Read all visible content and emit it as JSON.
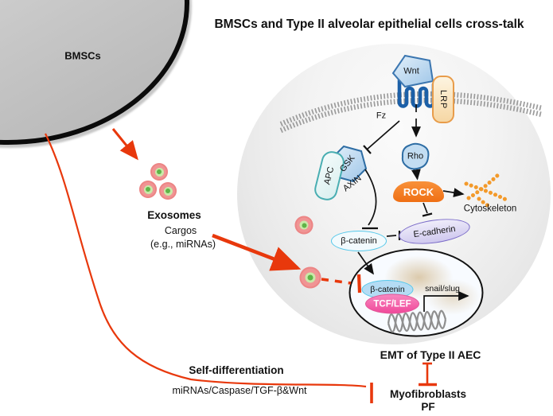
{
  "title": "BMSCs and Type II alveolar epithelial cells cross-talk",
  "left_panel": {
    "bmsc_label": "BMSCs",
    "exosomes_label": "Exosomes",
    "cargos_line1": "Cargos",
    "cargos_line2": "(e.g., miRNAs)",
    "self_differentiation": "Self-differentiation",
    "self_differentiation_mediators": "miRNAs/Caspase/TGF-β&Wnt"
  },
  "pathway": {
    "wnt": "Wnt",
    "fz": "Fz",
    "lrp": "LRP",
    "apc": "APC",
    "gsk": "GSK",
    "axin": "AXIN",
    "rho": "Rho",
    "rock": "ROCK",
    "cytoskeleton": "Cytoskeleton",
    "e_cadherin": "E-cadherin",
    "beta_catenin_cytoplasm": "β-catenin",
    "beta_catenin_nucleus": "β-catenin",
    "tcf_lef": "TCF/LEF",
    "snail_slug": "snail/slug"
  },
  "outcomes": {
    "emt": "EMT of Type II AEC",
    "myofibroblasts": "Myofibroblasts",
    "pf": "PF"
  },
  "colors": {
    "signal_red": "#e8380c",
    "rock_orange": "#f4791f",
    "cytoskeleton_orange": "#f39a2b",
    "tcf_pink": "#f0499a",
    "node_blue_border": "#2e6da4",
    "catenin_cyan": "#55c8ea",
    "membrane_gray": "#9b9b9b",
    "bmsc_gray": "#c6c6c6"
  }
}
